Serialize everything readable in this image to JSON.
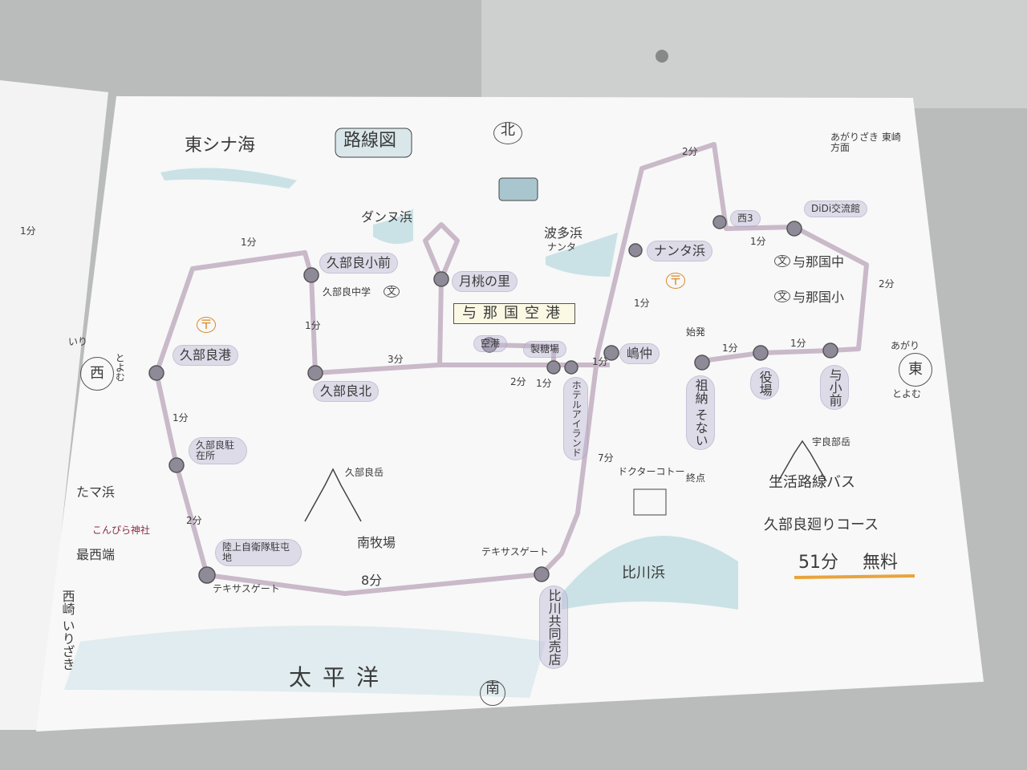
{
  "header": {
    "title": "路線図",
    "north": "北",
    "south": "南"
  },
  "seas": {
    "east_china_sea": "東シナ海",
    "pacific": "太平洋"
  },
  "directions": {
    "west": {
      "kanji": "西",
      "reading_top": "いり",
      "reading_bottom": "とよむ"
    },
    "east": {
      "kanji": "東",
      "reading_top": "あがり",
      "reading_bottom": "とよむ"
    },
    "east_corner": "あがりざき 東崎方面"
  },
  "stops": {
    "kubura_sho": "久部良小前",
    "gettou": "月桃の里",
    "kuukou": "空港",
    "seitou": "製糖場",
    "hotel": "ホテルアイランド",
    "shimanaka": "嶋仲",
    "nanta_hama": "ナンタ浜",
    "nishi3": "西3",
    "didi": "DiDi交流館",
    "yosho": "与小前",
    "yakuba": "役場",
    "sonai": "祖納 そない",
    "higawa": "比川共同売店",
    "jieitai": "陸上自衛隊駐屯地",
    "chuzaisho": "久部良駐在所",
    "kubura_kou": "久部良港",
    "kubura_kita": "久部良北"
  },
  "places": {
    "airport": "与那国空港",
    "danu_hama": "ダンヌ浜",
    "hata_hama": "波多浜",
    "nanta": "ナンタ",
    "kubura_chu": "久部良中学",
    "yonaguni_chu": "与那国中",
    "yonaguni_sho": "与那国小",
    "kubura_dake": "久部良岳",
    "urabu_dake": "宇良部岳",
    "minami_bokujou": "南牧場",
    "higawa_hama": "比川浜",
    "doctor": "ドクターコトー",
    "texas1": "テキサスゲート",
    "texas2": "テキサスゲート",
    "tama_hama": "たマ浜",
    "konpira": "こんぴら神社",
    "irizaki": "西崎 いりざき",
    "west_end": "最西端",
    "start": "始発",
    "end": "終点",
    "school_mark": "文",
    "post_mark": "〒"
  },
  "times": [
    "1分",
    "1分",
    "1分",
    "3分",
    "2分",
    "1分",
    "1分",
    "1分",
    "7分",
    "2分",
    "1分",
    "2分",
    "1分",
    "1分",
    "8分",
    "2分",
    "1分"
  ],
  "legend": {
    "line1": "生活路線バス",
    "line2": "久部良廻りコース",
    "duration": "51分",
    "fare": "無料"
  },
  "colors": {
    "route": "#c9b9c9",
    "stop": "#8e8a98",
    "sea": "#b6d8df",
    "paper": "#f7f8f7",
    "underline": "#e9a33c"
  }
}
